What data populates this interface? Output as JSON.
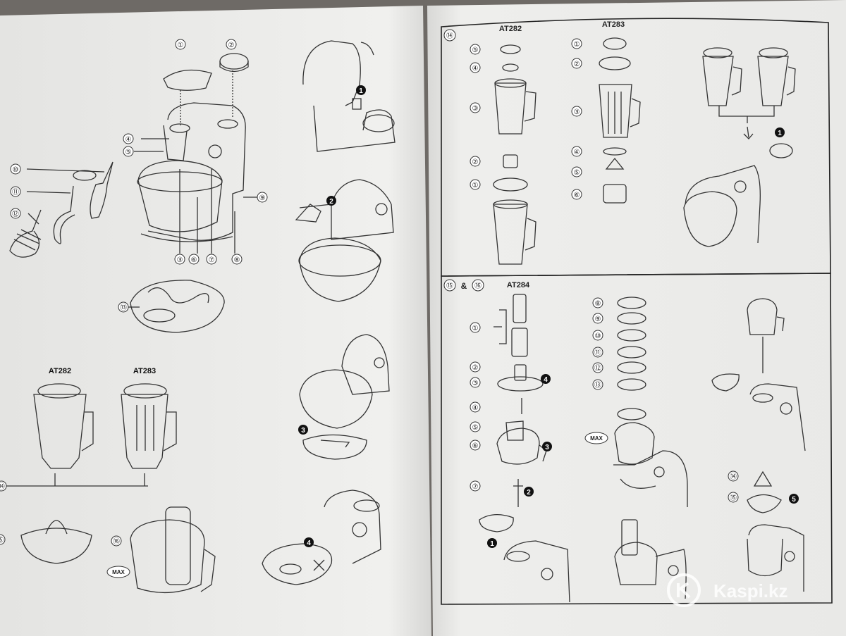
{
  "left_page": {
    "overview_numbers": [
      "①",
      "②",
      "④",
      "⑤",
      "⑩",
      "⑪",
      "⑫",
      "③",
      "⑥",
      "⑦",
      "⑧",
      "⑨",
      "⑬"
    ],
    "steps": [
      "1",
      "2",
      "3",
      "4"
    ],
    "blender_models": [
      "AT282",
      "AT283"
    ],
    "edge_numbers": [
      "⑭",
      "⑮",
      "⑯"
    ],
    "max_label": "MAX"
  },
  "right_page": {
    "section_14": {
      "header": "⑭",
      "model_a": "AT282",
      "model_a_parts": [
        "⑤",
        "④",
        "③",
        "②",
        "①"
      ],
      "model_b": "AT283",
      "model_b_parts": [
        "①",
        "②",
        "③",
        "④",
        "⑤",
        "⑥"
      ],
      "step": "1"
    },
    "section_15_16": {
      "header_a": "⑮",
      "amp": "&",
      "header_b": "⑯",
      "model": "AT284",
      "parts": [
        "①",
        "②",
        "③",
        "④",
        "⑤",
        "⑥",
        "⑦"
      ],
      "steps": [
        "4",
        "3",
        "2",
        "1"
      ],
      "discs": [
        "⑧",
        "⑨",
        "⑩",
        "⑪",
        "⑫",
        "⑬"
      ],
      "max_label": "MAX",
      "juicer_parts": [
        "⑭",
        "⑮"
      ],
      "juicer_step": "5"
    }
  },
  "watermark": {
    "text": "Kaspi.kz"
  }
}
